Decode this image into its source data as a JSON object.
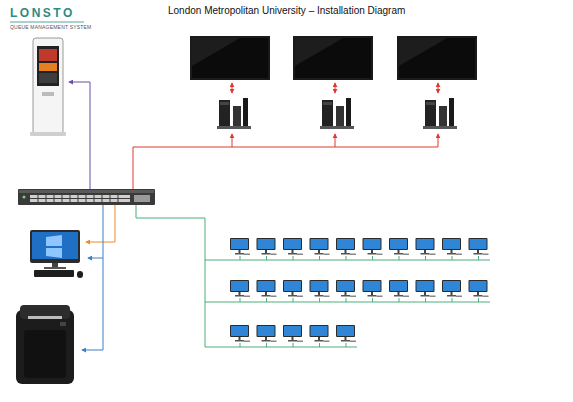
{
  "diagram": {
    "title": "London Metropolitan University – Installation Diagram",
    "labels": [
      "LONSTO",
      "QUEUE MANAGEMENT SYSTEM"
    ]
  }
}
